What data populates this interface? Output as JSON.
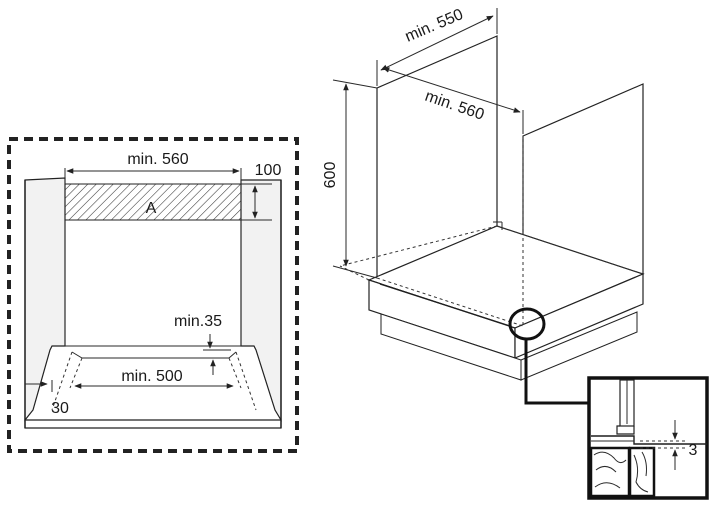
{
  "front_view": {
    "width_label": "min. 560",
    "top_depth_label": "100",
    "area_label": "A",
    "gap_label": "min.35",
    "bottom_width_label": "min. 500",
    "side_label": "30"
  },
  "perspective_view": {
    "depth_label": "min. 550",
    "width_label": "min. 560",
    "height_label": "600"
  },
  "detail_view": {
    "gap_label": "3"
  },
  "colors": {
    "line": "#1f1f1f",
    "hatch": "#333333",
    "highlight": "#000000"
  }
}
